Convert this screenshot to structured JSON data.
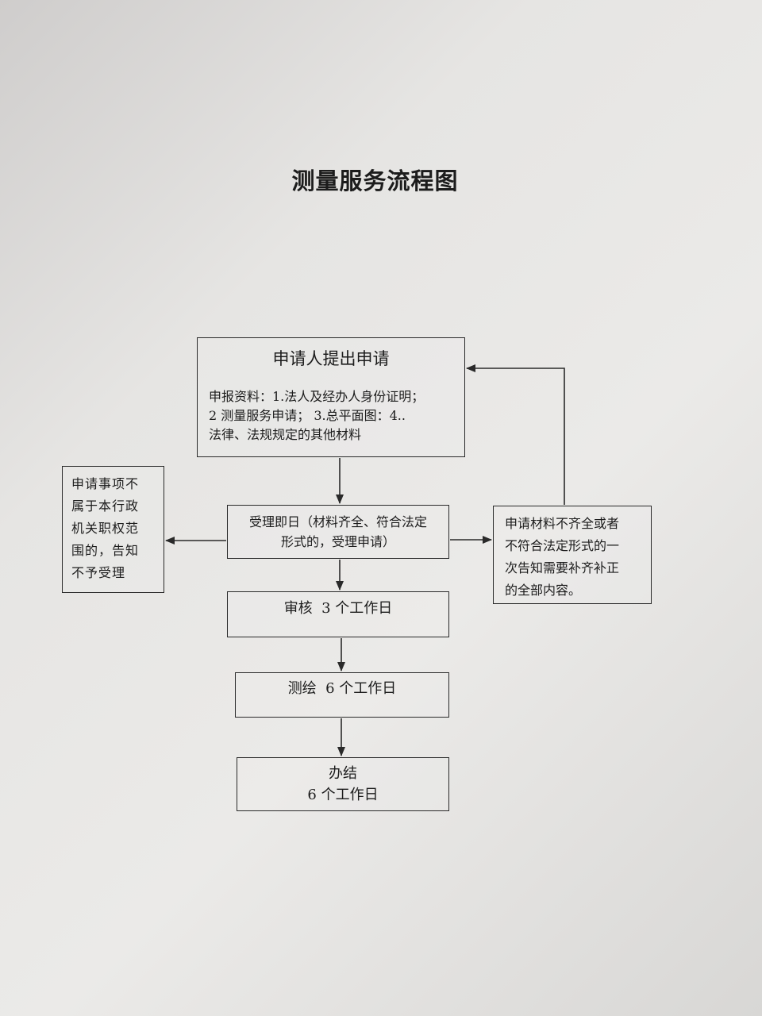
{
  "title": "测量服务流程图",
  "apply": {
    "heading": "申请人提出申请",
    "materials_lines": [
      "申报资料：1.法人及经办人身份证明；",
      "2  测量服务申请；    3.总平面图：4..",
      "法律、法规规定的其他材料"
    ]
  },
  "accept": {
    "lines": [
      "受理即日（材料齐全、符合法定",
      "形式的，受理申请）"
    ]
  },
  "reject": {
    "lines": [
      "申请事项不",
      "属于本行政",
      "机关职权范",
      "围的，告知",
      "不予受理"
    ]
  },
  "incomplete": {
    "lines": [
      "申请材料不齐全或者",
      "不符合法定形式的一",
      "次告知需要补齐补正",
      "的全部内容。"
    ]
  },
  "review": {
    "text": "审核  3 个工作日"
  },
  "survey": {
    "text": "测绘  6 个工作日"
  },
  "complete": {
    "lines": [
      "办结",
      "6 个工作日"
    ]
  },
  "colors": {
    "line": "#2a2a2a",
    "paper": "#e8e7e5"
  }
}
